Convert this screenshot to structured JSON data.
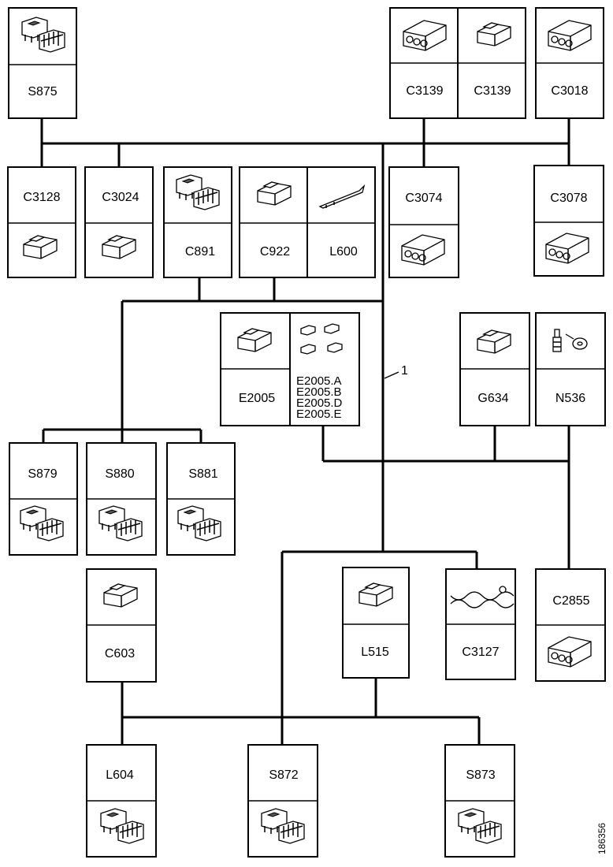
{
  "callout": "1",
  "reference": "186356",
  "modules": [
    {
      "id": "s875",
      "label": "S875",
      "icon": "switch-connector-icon"
    },
    {
      "id": "c3139a",
      "label": "C3139",
      "icon": "multi-pin-connector-icon"
    },
    {
      "id": "c3139b",
      "label": "C3139",
      "icon": "connector-icon"
    },
    {
      "id": "c3018",
      "label": "C3018",
      "icon": "connector-icon"
    },
    {
      "id": "c3128",
      "label": "C3128",
      "icon": "connector-icon"
    },
    {
      "id": "c3024",
      "label": "C3024",
      "icon": "connector-icon"
    },
    {
      "id": "c891",
      "label": "C891",
      "icon": "switch-connector-icon"
    },
    {
      "id": "c922",
      "label": "C922",
      "icon": "connector-icon"
    },
    {
      "id": "l600",
      "label": "L600",
      "icon": "terminal-pin-icon"
    },
    {
      "id": "c3074",
      "label": "C3074",
      "icon": "multi-pin-connector-icon"
    },
    {
      "id": "c3078",
      "label": "C3078",
      "icon": "connector-icon"
    },
    {
      "id": "e2005",
      "label": "E2005",
      "icon": "connector-icon"
    },
    {
      "id": "e2005set",
      "labels": [
        "E2005.A",
        "E2005.B",
        "E2005.D",
        "E2005.E"
      ],
      "icon": "splice-set-icon"
    },
    {
      "id": "g634",
      "label": "G634",
      "icon": "connector-icon"
    },
    {
      "id": "n536",
      "label": "N536",
      "icon": "ground-eyelet-icon"
    },
    {
      "id": "s879",
      "label": "S879",
      "icon": "switch-connector-icon"
    },
    {
      "id": "s880",
      "label": "S880",
      "icon": "switch-connector-icon"
    },
    {
      "id": "s881",
      "label": "S881",
      "icon": "switch-connector-icon"
    },
    {
      "id": "c603",
      "label": "C603",
      "icon": "connector-icon"
    },
    {
      "id": "l515",
      "label": "L515",
      "icon": "connector-icon"
    },
    {
      "id": "c3127",
      "label": "C3127",
      "icon": "twisted-pair-icon"
    },
    {
      "id": "c2855",
      "label": "C2855",
      "icon": "connector-icon"
    },
    {
      "id": "l604",
      "label": "L604",
      "icon": "switch-connector-icon"
    },
    {
      "id": "s872",
      "label": "S872",
      "icon": "switch-connector-icon"
    },
    {
      "id": "s873",
      "label": "S873",
      "icon": "switch-connector-icon"
    }
  ]
}
